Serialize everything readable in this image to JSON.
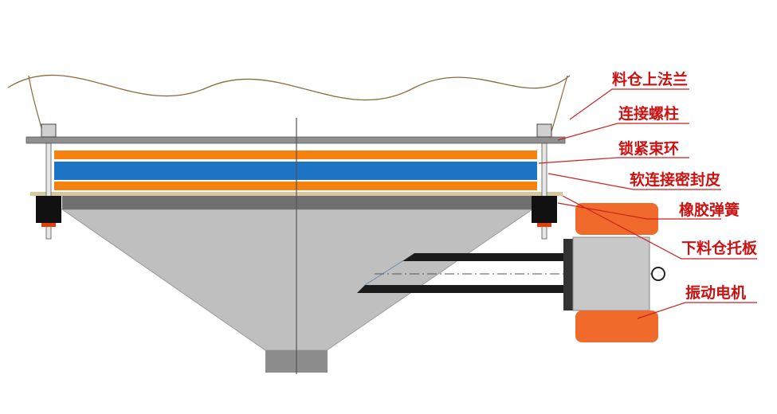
{
  "labels": {
    "upper_flange": "料仓上法兰",
    "connecting_stud": "连接螺柱",
    "locking_ring": "锁紧束环",
    "soft_seal_skin": "软连接密封皮",
    "rubber_spring": "橡胶弹簧",
    "lower_hopper_plate": "下料仓托板",
    "vibration_motor": "振动电机"
  },
  "colors": {
    "label_text": "#cc1111",
    "leader_line": "#cc2222",
    "orange_band": "#f5820f",
    "blue_band": "#1d74c4",
    "hopper_gray": "#bfbfbf",
    "hopper_plate": "#6f6f6f",
    "rubber_black": "#111111",
    "motor_orange": "#f06b2b",
    "motor_gray": "#c8c8c8"
  },
  "icons": {
    "bolt": "hex-bolt-icon",
    "spring": "rubber-spring-icon",
    "motor": "vibration-motor-icon"
  }
}
